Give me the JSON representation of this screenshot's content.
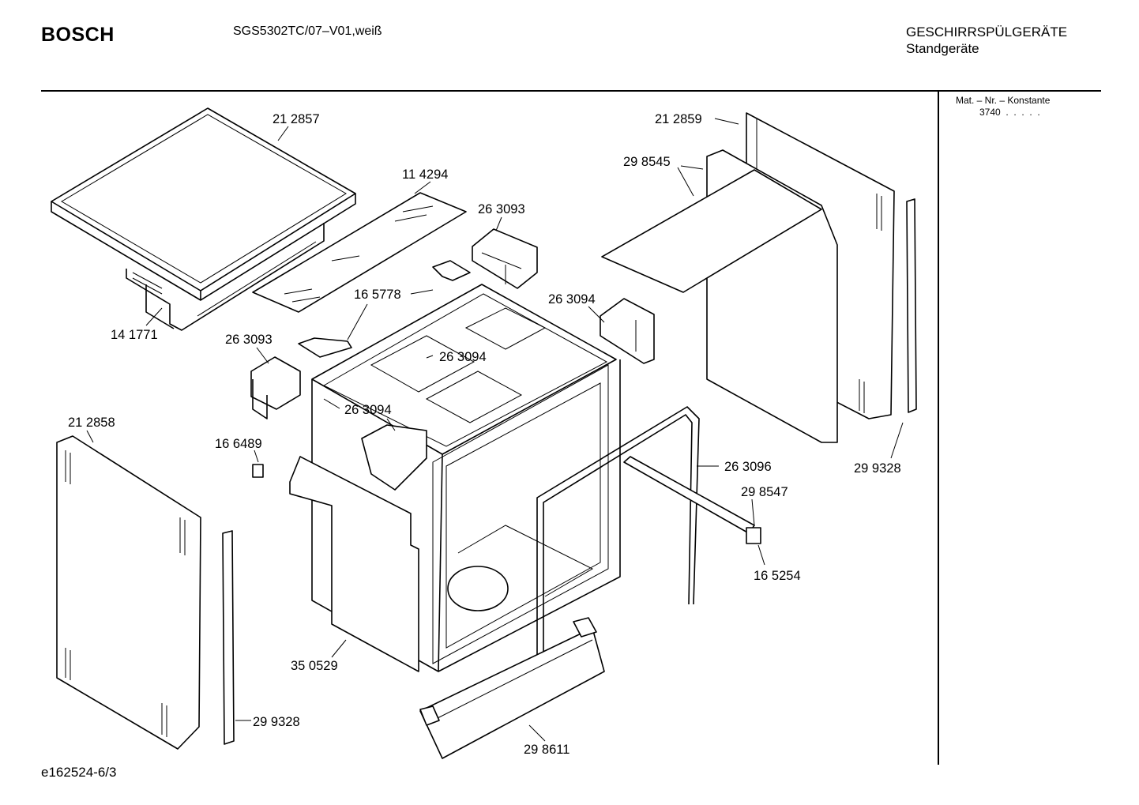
{
  "header": {
    "brand": "BOSCH",
    "model": "SGS5302TC/07–V01,weiß",
    "category": "GESCHIRRSPÜLGERÄTE",
    "subcategory": "Standgeräte"
  },
  "sidebar": {
    "mat_label": "Mat. – Nr. – Konstante",
    "mat_value": "3740  .  .  .  .  ."
  },
  "footer": {
    "doc_id": "e162524-6/3"
  },
  "parts": {
    "worktop": "21 2857",
    "insulation_mat": "11 4294",
    "control_panel_top": "14 1771",
    "clip_a_top": "26 3093",
    "bracket": "16 5778",
    "clip_a_left": "26 3093",
    "clip_b_right": "26 3094",
    "clip_b_center": "26 3094",
    "clip_b_inner": "26 3094",
    "side_panel_right": "21 2859",
    "insulation_right": "29 8545",
    "strip_right": "29 9328",
    "side_panel_left": "21 2858",
    "small_clip": "16 6489",
    "door_seal": "26 3096",
    "rail": "29 8547",
    "rail_end": "16 5254",
    "base_insulation": "35 0529",
    "strip_left": "29 9328",
    "plinth": "29 8611"
  }
}
